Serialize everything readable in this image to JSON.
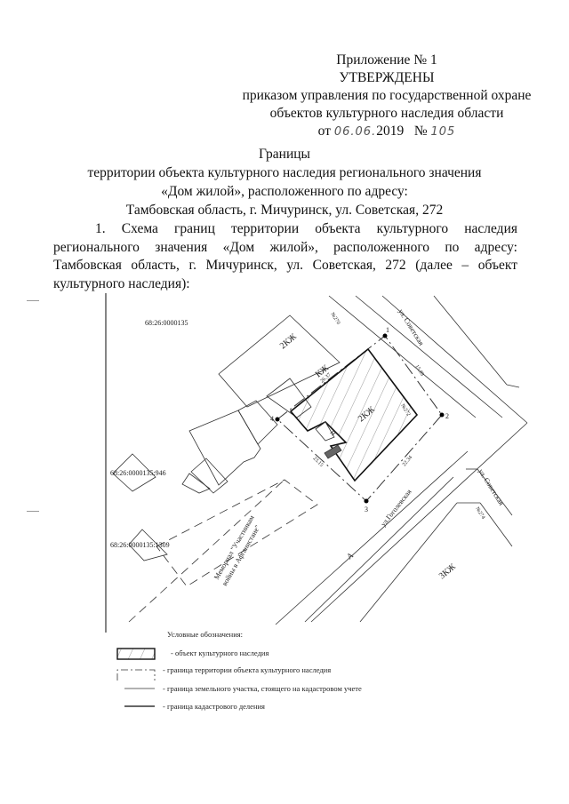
{
  "header": {
    "line1": "Приложение № 1",
    "line2": "УТВЕРЖДЕНЫ",
    "line3": "приказом управления по государственной охране",
    "line4": "объектов культурного наследия области",
    "date_prefix": "от",
    "date_handwritten": "06.06.",
    "year": "2019",
    "number_prefix": "№",
    "number_handwritten": "105"
  },
  "title": {
    "line1": "Границы",
    "line2": "территории объекта культурного наследия регионального значения",
    "line3": "«Дом жилой», расположенного по адресу:",
    "line4": "Тамбовская область, г. Мичуринск, ул. Советская, 272"
  },
  "paragraph": "1. Схема границ территории объекта культурного наследия регионального значения «Дом жилой», расположенного по адресу: Тамбовская область, г. Мичуринск, ул. Советская, 272 (далее – объект культурного наследия):",
  "map": {
    "cadastral": [
      "68:26:0000135",
      "68:26:0000135:946",
      "68:26:0000135:1309"
    ],
    "streets": {
      "sovetskaya_1": "ул. Советская",
      "sovetskaya_2": "ул. Советская",
      "gogolevskaya": "ул.Гоголевская"
    },
    "building_labels": {
      "zhk_top": "2КЖ",
      "kzh": "КЖ",
      "zhk_main": "2КЖ",
      "zhk_bottom": "3КЖ",
      "n_small": "Н",
      "a": "А"
    },
    "house_numbers": {
      "n270": "№270",
      "n272": "№272",
      "n274": "№274"
    },
    "dimensions": {
      "d12": "15.89",
      "d41": "26.37",
      "d23": "22.34",
      "d34": "23.15"
    },
    "points": [
      "1",
      "2",
      "3",
      "4"
    ],
    "memorial": {
      "line1": "Мемориал \"Участникам",
      "line2": "войны в Афганистане\""
    }
  },
  "legend": {
    "title": "Условные обозначения:",
    "items": [
      "- объект культурного наследия",
      "- граница территории объекта культурного наследия",
      "- граница земельного участка, стоящего на кадастровом учете",
      "- граница кадастрового деления"
    ]
  }
}
